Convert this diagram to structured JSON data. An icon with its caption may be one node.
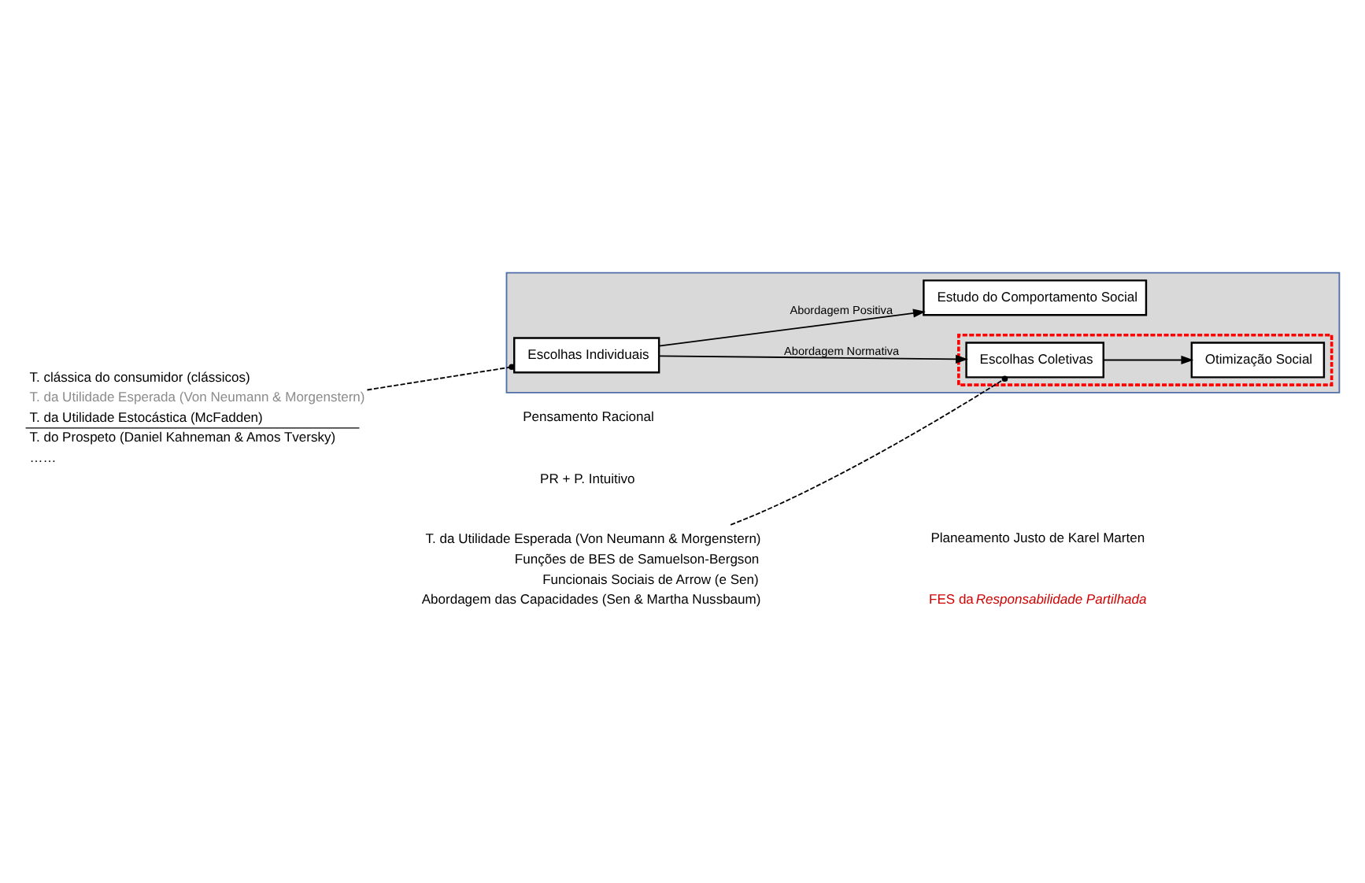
{
  "diagram": {
    "nodes": [
      {
        "text": [
          "T. clássica do consumidor (clássicos)",
          "T. da Utilidade Esperada (Von Neumann & Morgenstern)",
          "T. da Utilidade Estocástica (McFadden)",
          "T. do Prospeto (Daniel Kahneman & Amos Tversky)",
          "……"
        ]
      },
      {
        "text": [],
        "shape": "box"
      },
      {
        "text": [
          "Escolhas Individuais"
        ],
        "in": 1
      },
      {
        "text": [
          "Estudo do Comportamento Social"
        ],
        "in": 1
      },
      {
        "text": [],
        "shape": "box",
        "in": 1
      },
      {
        "text": [
          "Escolhas Coletivas"
        ],
        "in": 4
      },
      {
        "text": [
          "Otimização Social"
        ],
        "in": 4
      },
      {
        "text": [
          "T. da Utilidade Esperada (Von Neumann & Morgenstern)",
          "Funções de BES de Samuelson-Bergson",
          "Funcionais Sociais de Arrow (e Sen)",
          "Abordagem das Capacidades (Sen & Martha Nussbaum)"
        ]
      }
    ],
    "edges": [
      {
        "from": 0,
        "to": 2,
        "arrow": "other",
        "style": "dashed"
      },
      {
        "from": 2,
        "to": 3,
        "arrow": "to",
        "label": "Abordagem Positiva"
      },
      {
        "from": 2,
        "to": 5,
        "arrow": "to",
        "label": "Abordagem Normativa"
      },
      {
        "from": 5,
        "to": 6,
        "arrow": "to"
      },
      {
        "from": 7,
        "to": 5,
        "arrow": "other",
        "style": "dashed"
      }
    ],
    "labels": [
      "Pensamento Racional",
      "PR + P. Intuitivo",
      "Planeamento Justo de Karel Marten",
      "FES da *Responsabilidade Partilhada*"
    ]
  }
}
